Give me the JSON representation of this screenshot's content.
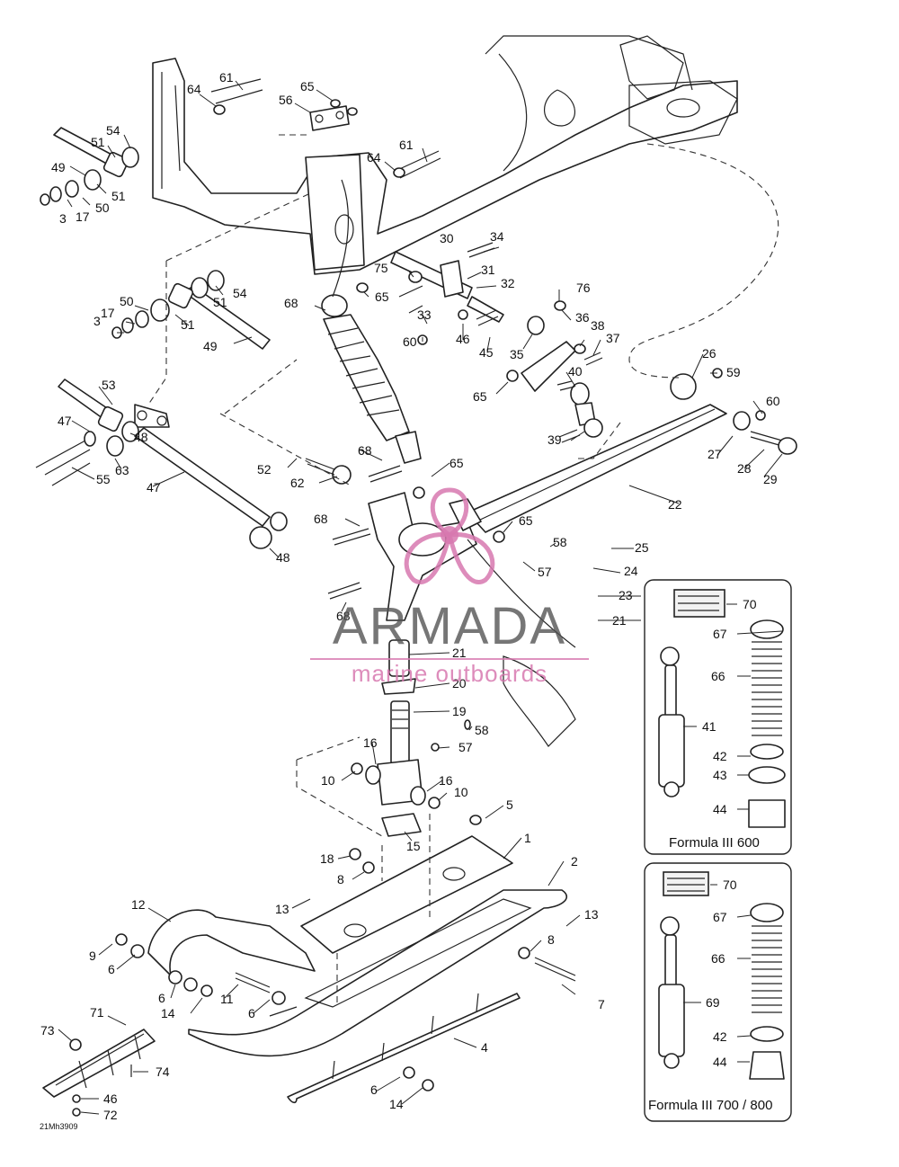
{
  "diagram": {
    "drawing_code": "21Mh3909",
    "callouts": [
      {
        "id": "c61a",
        "text": "61"
      },
      {
        "id": "c64a",
        "text": "64"
      },
      {
        "id": "c65a",
        "text": "65"
      },
      {
        "id": "c56",
        "text": "56"
      },
      {
        "id": "c54a",
        "text": "54"
      },
      {
        "id": "c51a",
        "text": "51"
      },
      {
        "id": "c49a",
        "text": "49"
      },
      {
        "id": "c51b",
        "text": "51"
      },
      {
        "id": "c3a",
        "text": "3"
      },
      {
        "id": "c17a",
        "text": "17"
      },
      {
        "id": "c50a",
        "text": "50"
      },
      {
        "id": "c61b",
        "text": "61"
      },
      {
        "id": "c64b",
        "text": "64"
      },
      {
        "id": "c30",
        "text": "30"
      },
      {
        "id": "c34",
        "text": "34"
      },
      {
        "id": "c75",
        "text": "75"
      },
      {
        "id": "c31",
        "text": "31"
      },
      {
        "id": "c32",
        "text": "32"
      },
      {
        "id": "c76",
        "text": "76"
      },
      {
        "id": "c54b",
        "text": "54"
      },
      {
        "id": "c50b",
        "text": "50"
      },
      {
        "id": "c51c",
        "text": "51"
      },
      {
        "id": "c17b",
        "text": "17"
      },
      {
        "id": "c3b",
        "text": "3"
      },
      {
        "id": "c51d",
        "text": "51"
      },
      {
        "id": "c68a",
        "text": "68"
      },
      {
        "id": "c65b",
        "text": "65"
      },
      {
        "id": "c33",
        "text": "33"
      },
      {
        "id": "c60a",
        "text": "60"
      },
      {
        "id": "c46a",
        "text": "46"
      },
      {
        "id": "c45",
        "text": "45"
      },
      {
        "id": "c35",
        "text": "35"
      },
      {
        "id": "c36",
        "text": "36"
      },
      {
        "id": "c38",
        "text": "38"
      },
      {
        "id": "c37",
        "text": "37"
      },
      {
        "id": "c49b",
        "text": "49"
      },
      {
        "id": "c26",
        "text": "26"
      },
      {
        "id": "c59",
        "text": "59"
      },
      {
        "id": "c53",
        "text": "53"
      },
      {
        "id": "c65c",
        "text": "65"
      },
      {
        "id": "c40",
        "text": "40"
      },
      {
        "id": "c60b",
        "text": "60"
      },
      {
        "id": "c47a",
        "text": "47"
      },
      {
        "id": "c48a",
        "text": "48"
      },
      {
        "id": "c39",
        "text": "39"
      },
      {
        "id": "c27",
        "text": "27"
      },
      {
        "id": "c28",
        "text": "28"
      },
      {
        "id": "c29",
        "text": "29"
      },
      {
        "id": "c55",
        "text": "55"
      },
      {
        "id": "c63",
        "text": "63"
      },
      {
        "id": "c68b",
        "text": "68"
      },
      {
        "id": "c52",
        "text": "52"
      },
      {
        "id": "c65d",
        "text": "65"
      },
      {
        "id": "c62",
        "text": "62"
      },
      {
        "id": "c47b",
        "text": "47"
      },
      {
        "id": "c22",
        "text": "22"
      },
      {
        "id": "c68c",
        "text": "68"
      },
      {
        "id": "c65e",
        "text": "65"
      },
      {
        "id": "c58a",
        "text": "58"
      },
      {
        "id": "c25",
        "text": "25"
      },
      {
        "id": "c48b",
        "text": "48"
      },
      {
        "id": "c57a",
        "text": "57"
      },
      {
        "id": "c24",
        "text": "24"
      },
      {
        "id": "c23",
        "text": "23"
      },
      {
        "id": "c68d",
        "text": "68"
      },
      {
        "id": "c21a",
        "text": "21"
      },
      {
        "id": "c21b",
        "text": "21"
      },
      {
        "id": "c20",
        "text": "20"
      },
      {
        "id": "c19",
        "text": "19"
      },
      {
        "id": "c58b",
        "text": "58"
      },
      {
        "id": "c57b",
        "text": "57"
      },
      {
        "id": "c16a",
        "text": "16"
      },
      {
        "id": "c10a",
        "text": "10"
      },
      {
        "id": "c16b",
        "text": "16"
      },
      {
        "id": "c10b",
        "text": "10"
      },
      {
        "id": "c5",
        "text": "5"
      },
      {
        "id": "c15",
        "text": "15"
      },
      {
        "id": "c1",
        "text": "1"
      },
      {
        "id": "c18",
        "text": "18"
      },
      {
        "id": "c8a",
        "text": "8"
      },
      {
        "id": "c2",
        "text": "2"
      },
      {
        "id": "c12",
        "text": "12"
      },
      {
        "id": "c13a",
        "text": "13"
      },
      {
        "id": "c13b",
        "text": "13"
      },
      {
        "id": "c9",
        "text": "9"
      },
      {
        "id": "c6a",
        "text": "6"
      },
      {
        "id": "c8b",
        "text": "8"
      },
      {
        "id": "c6b",
        "text": "6"
      },
      {
        "id": "c11",
        "text": "11"
      },
      {
        "id": "c14a",
        "text": "14"
      },
      {
        "id": "c6c",
        "text": "6"
      },
      {
        "id": "c7",
        "text": "7"
      },
      {
        "id": "c71",
        "text": "71"
      },
      {
        "id": "c73",
        "text": "73"
      },
      {
        "id": "c4",
        "text": "4"
      },
      {
        "id": "c74",
        "text": "74"
      },
      {
        "id": "c46b",
        "text": "46"
      },
      {
        "id": "c72",
        "text": "72"
      },
      {
        "id": "c6d",
        "text": "6"
      },
      {
        "id": "c14b",
        "text": "14"
      }
    ],
    "panels": [
      {
        "caption": "Formula III 600",
        "callouts": [
          {
            "id": "p1c70",
            "text": "70"
          },
          {
            "id": "p1c67",
            "text": "67"
          },
          {
            "id": "p1c66",
            "text": "66"
          },
          {
            "id": "p1c41",
            "text": "41"
          },
          {
            "id": "p1c42",
            "text": "42"
          },
          {
            "id": "p1c43",
            "text": "43"
          },
          {
            "id": "p1c44",
            "text": "44"
          }
        ]
      },
      {
        "caption": "Formula III 700 / 800",
        "callouts": [
          {
            "id": "p2c70",
            "text": "70"
          },
          {
            "id": "p2c67",
            "text": "67"
          },
          {
            "id": "p2c66",
            "text": "66"
          },
          {
            "id": "p2c69",
            "text": "69"
          },
          {
            "id": "p2c42",
            "text": "42"
          },
          {
            "id": "p2c44",
            "text": "44"
          }
        ]
      }
    ]
  },
  "watermark": {
    "name": "ARMADA",
    "tagline": "marine outboards",
    "colors": {
      "text": "#505050",
      "accent": "#d778af"
    }
  }
}
